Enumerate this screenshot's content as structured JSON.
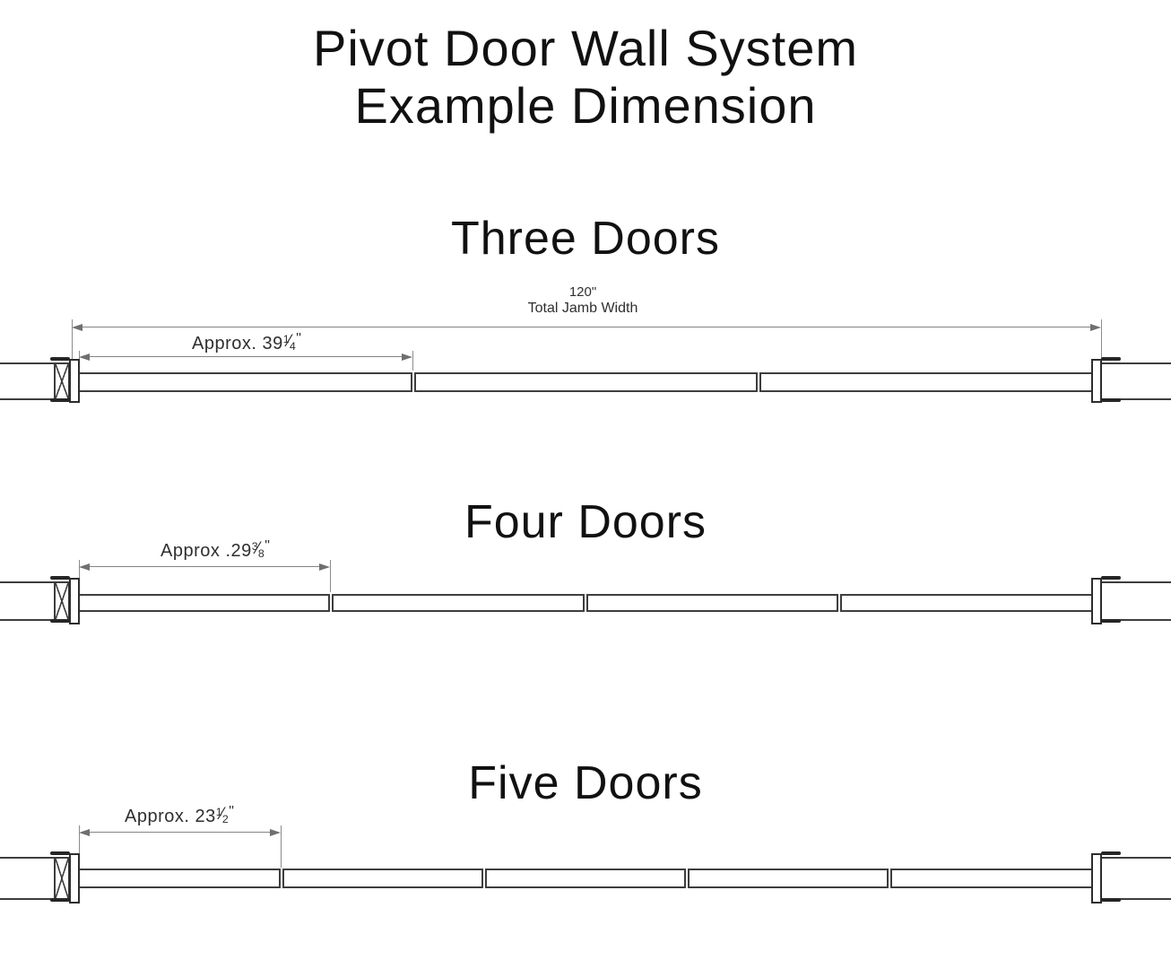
{
  "glyphs": {
    "fraction_slash": "⁄"
  },
  "title": {
    "line1": "Pivot Door Wall System",
    "line2": "Example Dimension"
  },
  "sections": {
    "three": {
      "heading": "Three Doors",
      "door_count": 3,
      "overall_value": "120\"",
      "overall_label": "Total Jamb Width",
      "panel_dim_prefix": "Approx. 39",
      "panel_dim_numerator": "1",
      "panel_dim_denominator": "4",
      "panel_dim_unit": "\""
    },
    "four": {
      "heading": "Four Doors",
      "door_count": 4,
      "panel_dim_prefix": "Approx .29",
      "panel_dim_numerator": "3",
      "panel_dim_denominator": "8",
      "panel_dim_unit": "\""
    },
    "five": {
      "heading": "Five Doors",
      "door_count": 5,
      "panel_dim_prefix": "Approx. 23",
      "panel_dim_numerator": "1",
      "panel_dim_denominator": "2",
      "panel_dim_unit": "\""
    }
  }
}
